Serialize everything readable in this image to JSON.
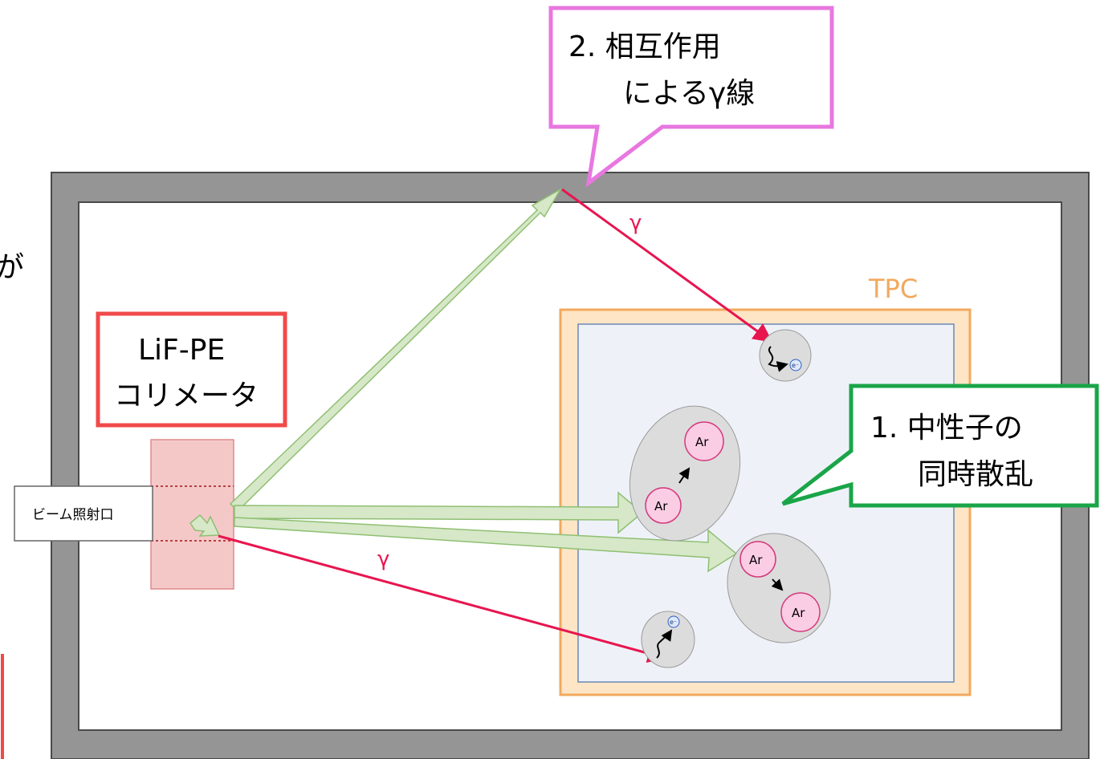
{
  "labels": {
    "callout_interaction_line1": "2. 相互作用",
    "callout_interaction_line2": "によるγ線",
    "collimator_line1": "LiF-PE",
    "collimator_line2": "コリメータ",
    "beam_port": "ビーム照射口",
    "tpc": "TPC",
    "callout_scatter_line1": "1. 中性子の",
    "callout_scatter_line2": "同時散乱",
    "gamma_upper": "γ",
    "gamma_lower": "γ",
    "argon": [
      "Ar",
      "Ar",
      "Ar",
      "Ar"
    ],
    "electron": [
      "e⁻",
      "e⁻"
    ],
    "left_edge_fragment": "が"
  },
  "colors": {
    "wall": "#959595",
    "neutron_arrow_fill": "#d6e8c8",
    "neutron_arrow_stroke": "#8fbf72",
    "gamma": "#e8154f",
    "tpc_frame": "#fde5c6",
    "tpc_frame_border": "#f2a95e",
    "tpc_inner": "#eef2f8",
    "collimator": "#f5c8c8",
    "collimator_border": "#dd8a8a",
    "callout_pink": "#e877e0",
    "callout_green": "#19a548",
    "box_red": "#f04a4a",
    "argon_fill": "#fbcde5",
    "argon_stroke": "#d43879"
  }
}
